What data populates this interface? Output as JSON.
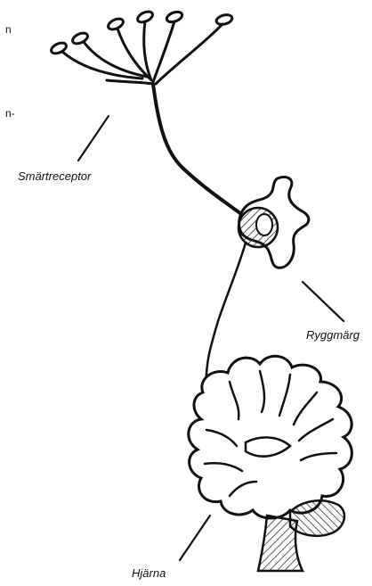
{
  "labels": {
    "receptor": "Smärtreceptor",
    "spinal_cord": "Ryggmärg",
    "brain": "Hjärna"
  },
  "edge_fragments": {
    "top": "n",
    "middle": "n-"
  },
  "colors": {
    "ink": "#111111",
    "background": "#ffffff"
  }
}
